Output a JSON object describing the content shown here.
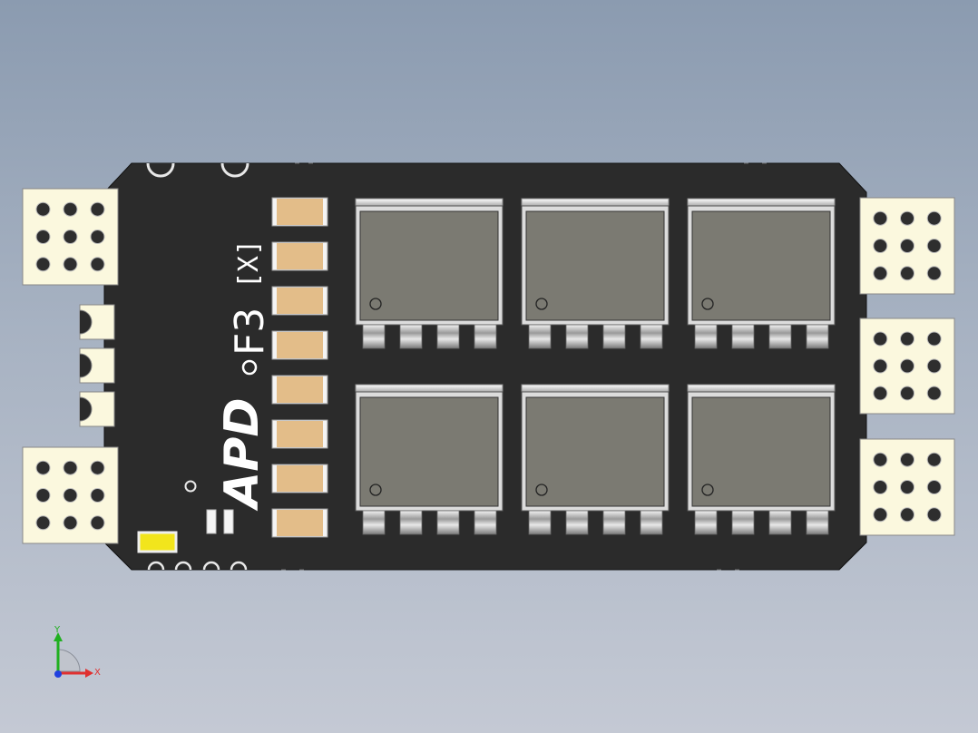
{
  "viewport": {
    "background_top": "#8b9bb0",
    "background_bottom": "#c4c9d4"
  },
  "board": {
    "silkscreen_model": "F3",
    "silkscreen_variant": "[X]",
    "logo_text": "APD",
    "pcb_color": "#2b2b2b",
    "silkscreen_color": "#ffffff",
    "connector_color": "#fbf8de",
    "capacitor_color": "#e3bd89",
    "led_color": "#f2e51c"
  },
  "mosfets": {
    "count": 6,
    "body_color": "#7b7a72"
  },
  "triad": {
    "x_label": "X",
    "y_label": "Y",
    "x_color": "#e03030",
    "y_color": "#20b020",
    "z_color": "#2040e0"
  }
}
